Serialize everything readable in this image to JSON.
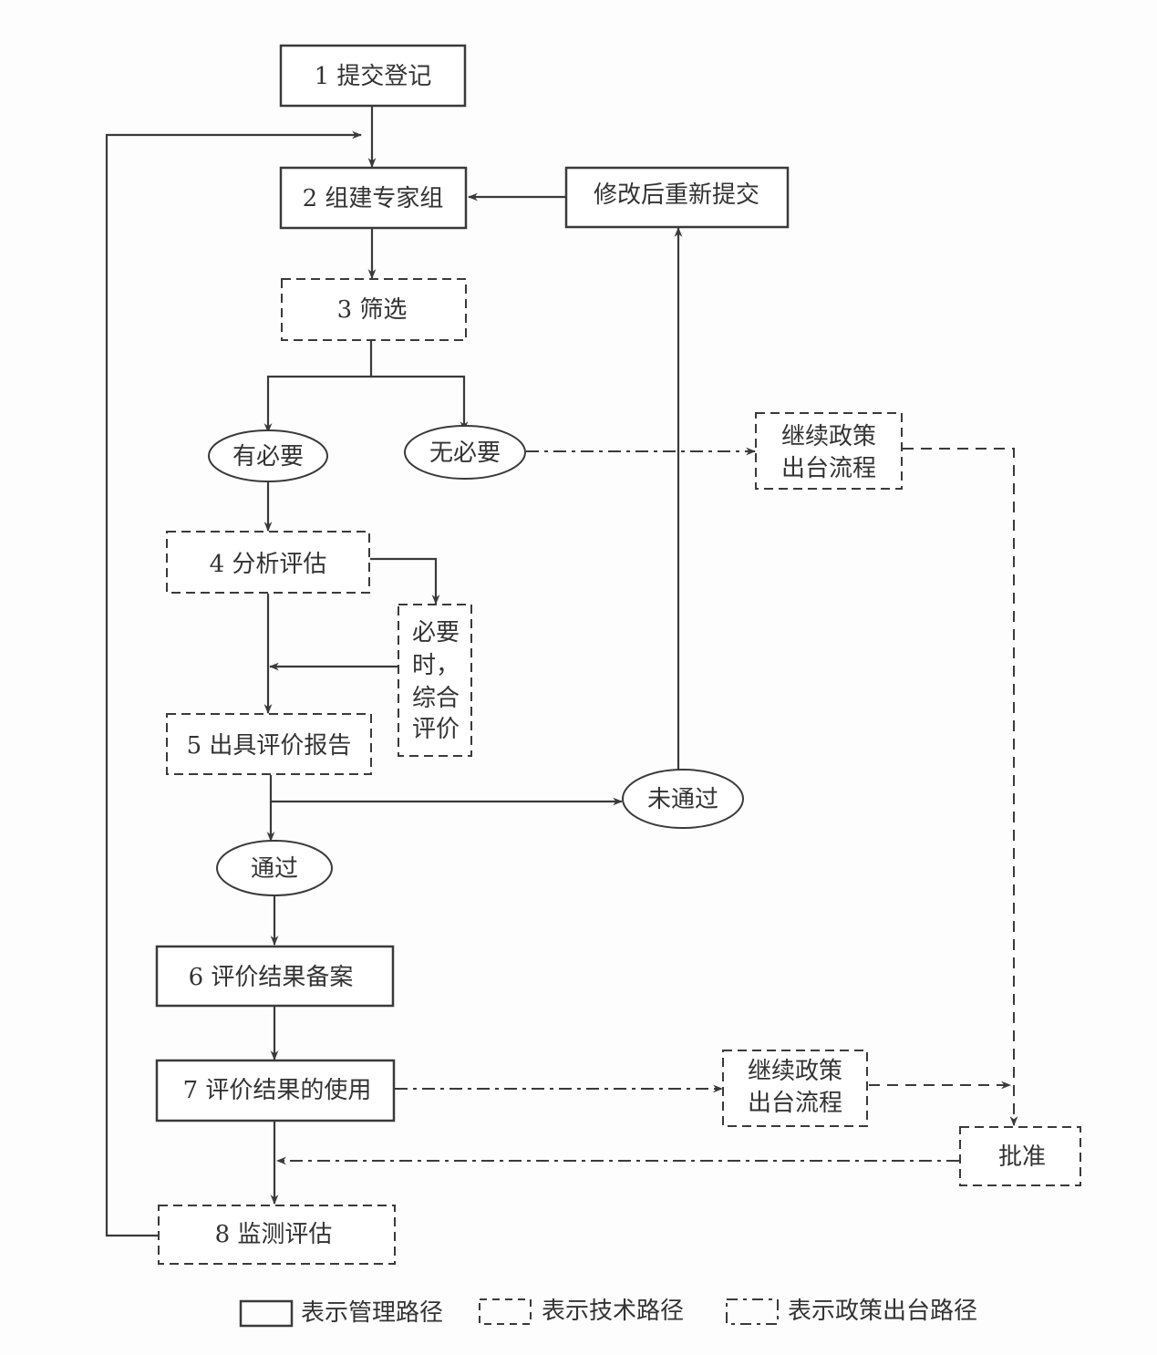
{
  "nodes": {
    "n1": {
      "label": "1  提交登记",
      "type": "management"
    },
    "n2": {
      "label": "2  组建专家组",
      "type": "management"
    },
    "resubmit": {
      "label": "修改后重新提交",
      "type": "management"
    },
    "n3": {
      "label": "3  筛选",
      "type": "technical"
    },
    "necessary": {
      "label": "有必要",
      "type": "decision"
    },
    "unnecessary": {
      "label": "无必要",
      "type": "decision"
    },
    "policy1": {
      "line1": "继续政策",
      "line2": "出台流程",
      "type": "policy"
    },
    "n4": {
      "label": "4  分析评估",
      "type": "technical"
    },
    "comprehensive": {
      "lines": [
        "必要",
        "时，",
        "综合",
        "评价"
      ],
      "type": "technical"
    },
    "n5": {
      "label": "5  出具评价报告",
      "type": "technical"
    },
    "failed": {
      "label": "未通过",
      "type": "decision"
    },
    "passed": {
      "label": "通过",
      "type": "decision"
    },
    "n6": {
      "label": "6  评价结果备案",
      "type": "management"
    },
    "n7": {
      "label": "7  评价结果的使用",
      "type": "management"
    },
    "policy2": {
      "line1": "继续政策",
      "line2": "出台流程",
      "type": "policy"
    },
    "approve": {
      "label": "批准",
      "type": "policy"
    },
    "n8": {
      "label": "8  监测评估",
      "type": "technical"
    }
  },
  "legend": {
    "management": "表示管理路径",
    "technical": "表示技术路径",
    "policy": "表示政策出台路径"
  },
  "colors": {
    "stroke": "#3a3a3a",
    "text": "#333333",
    "background": "#ffffff"
  }
}
